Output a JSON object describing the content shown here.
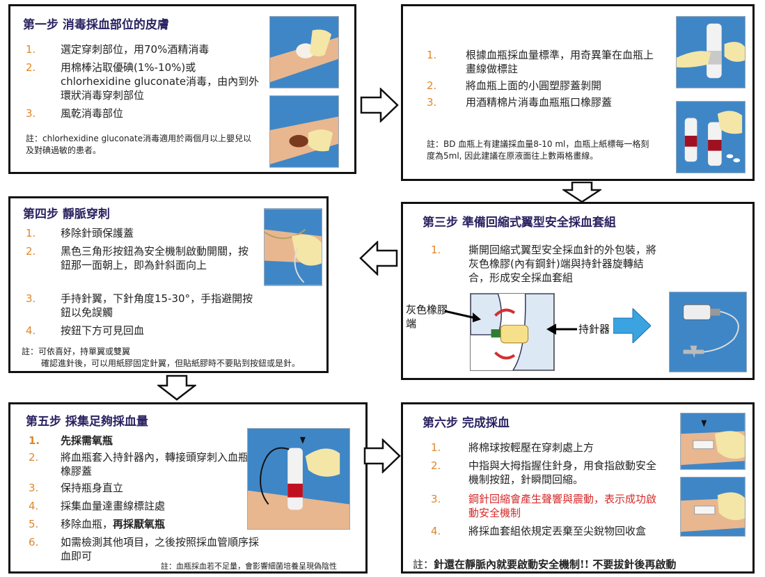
{
  "colors": {
    "title": "#2a2260",
    "number": "#e0862a",
    "warning": "#d42a2a",
    "arrow_blue": "#3aa3e0"
  },
  "step1": {
    "title": "第一步 消毒採血部位的皮膚",
    "items": [
      {
        "n": "1.",
        "text": "選定穿刺部位，用70%酒精消毒"
      },
      {
        "n": "2.",
        "text": "用棉棒沾取優碘(1%-10%)或chlorhexidine gluconate消毒，由內到外環狀消毒穿刺部位"
      },
      {
        "n": "3.",
        "text": "風乾消毒部位"
      }
    ],
    "note": "註：chlorhexidine gluconate消毒適用於兩個月以上嬰兒以及對碘過敏的患者。"
  },
  "step2": {
    "items": [
      {
        "n": "1.",
        "text": "根據血瓶採血量標準，用奇異筆在血瓶上畫線做標註"
      },
      {
        "n": "2.",
        "text": "將血瓶上面的小圓塑膠蓋剝開"
      },
      {
        "n": "3.",
        "text": "用酒精棉片消毒血瓶瓶口橡膠蓋"
      }
    ],
    "note": "註：BD 血瓶上有建議採血量8-10 ml，血瓶上紙標每一格刻度為5ml, 因此建議在原液面往上數兩格畫線。"
  },
  "step3": {
    "title": "第三步 準備回縮式翼型安全採血套組",
    "items": [
      {
        "n": "1.",
        "text": "撕開回縮式翼型安全採血針的外包裝，將灰色橡膠(內有鋼針)端與持針器旋轉結合，形成安全採血套組"
      }
    ],
    "label_rubber": "灰色橡膠端",
    "label_holder": "持針器"
  },
  "step4": {
    "title": "第四步 靜脈穿刺",
    "items": [
      {
        "n": "1.",
        "text": "移除針頭保護蓋"
      },
      {
        "n": "2.",
        "text": "黑色三角形按鈕為安全機制啟動開關，按鈕那一面朝上，即為針斜面向上"
      },
      {
        "n": "3.",
        "text": "手持針翼，下針角度15-30°，手指避開按鈕以免誤觸"
      },
      {
        "n": "4.",
        "text": "按鈕下方可見回血"
      }
    ],
    "note_line1": "註：可依喜好，持單翼或雙翼",
    "note_line2": "確認進針後，可以用紙膠固定針翼，但貼紙膠時不要貼到按鈕或是針。"
  },
  "step5": {
    "title": "第五步 採集足夠採血量",
    "items": [
      {
        "n": "1.",
        "text": "先採需氧瓶"
      },
      {
        "n": "2.",
        "text": "將血瓶套入持針器內，轉接頭穿刺入血瓶橡膠蓋"
      },
      {
        "n": "3.",
        "text": "保持瓶身直立"
      },
      {
        "n": "4.",
        "text": "採集血量達畫線標註處"
      },
      {
        "n": "5.",
        "text": "移除血瓶，"
      },
      {
        "n": "6.",
        "text": "如需檢測其他項目，之後按照採血管順序採血即可"
      }
    ],
    "item5_bold": "再採厭氧瓶",
    "note": "註：血瓶採血若不足量，會影響細菌培養呈現偽陰性"
  },
  "step6": {
    "title": "第六步 完成採血",
    "items": [
      {
        "n": "1.",
        "text": "將棉球按輕壓在穿刺處上方"
      },
      {
        "n": "2.",
        "text": "中指與大拇指握住針身，用食指啟動安全機制按鈕，針瞬間回縮。"
      },
      {
        "n": "3.",
        "text": "鋼針回縮會產生聲響與震動，表示成功啟動安全機制"
      },
      {
        "n": "4.",
        "text": "將採血套組依規定丟棄至尖銳物回收盒"
      }
    ],
    "note_prefix": "註：",
    "note_bold": "針還在靜脈內就要啟動安全機制!! 不要拔針後再啟動"
  }
}
